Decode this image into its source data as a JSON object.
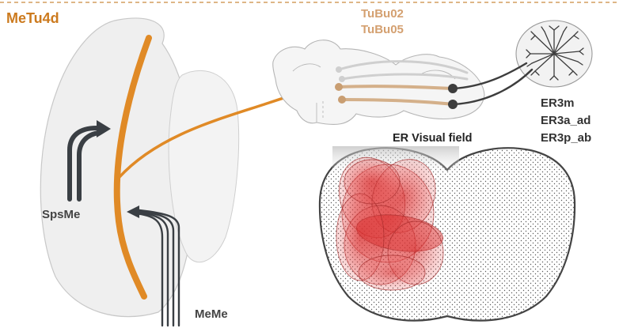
{
  "labels": {
    "metu4d": "MeTu4d",
    "tubu02": "TuBu02",
    "tubu05": "TuBu05",
    "er3m": "ER3m",
    "er3a_ad": "ER3a_ad",
    "er3p_ab": "ER3p_ab",
    "er_visual_field": "ER Visual field",
    "spsme": "SpsMe",
    "meme": "MeMe"
  },
  "colors": {
    "metu4d": "#e08a26",
    "tubu": "#d4b08a",
    "tubu_light": "#cfcfcf",
    "er_neurons": "#3d3d3d",
    "input_neurons": "#3a3f44",
    "rf_fill": "#e23b3b",
    "frame_dash": "#c98a3d"
  }
}
